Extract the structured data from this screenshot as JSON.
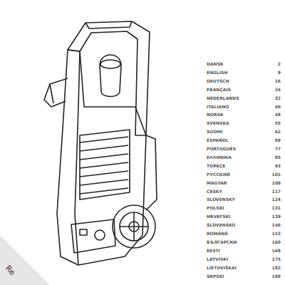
{
  "diagram": {
    "labels": [
      "DANSK",
      "2",
      "ENGLISH",
      "9",
      "DEUTSCH",
      "16",
      "FRANÇAIS",
      "24",
      "NEDERLANDS",
      "32",
      "ITALIANO",
      "40",
      "NORSK",
      "48",
      "SVENSKA",
      "55",
      "SUOMI",
      "62",
      "ESPAÑOL",
      "69",
      "PORTUGUÊS",
      "77",
      "ΕΛΛΗΝΙΚΑ",
      "85",
      "TÜRKÇE",
      "93",
      "РУССКИЙ",
      "101",
      "MAGYAR",
      "109",
      "ČESKY",
      "117",
      "SLOVENSKY",
      "124",
      "POLSKI",
      "131",
      "HRVATSKI",
      "139",
      "SLOVENSKO",
      "146",
      "ROMÂNĂ",
      "153",
      "БЪЛГАРСКИ",
      "160",
      "EESTI",
      "168",
      "LATVISKI",
      "175",
      "LIETUVIŠKAI",
      "182",
      "SRPSKI",
      "189",
      "Re"
    ]
  }
}
